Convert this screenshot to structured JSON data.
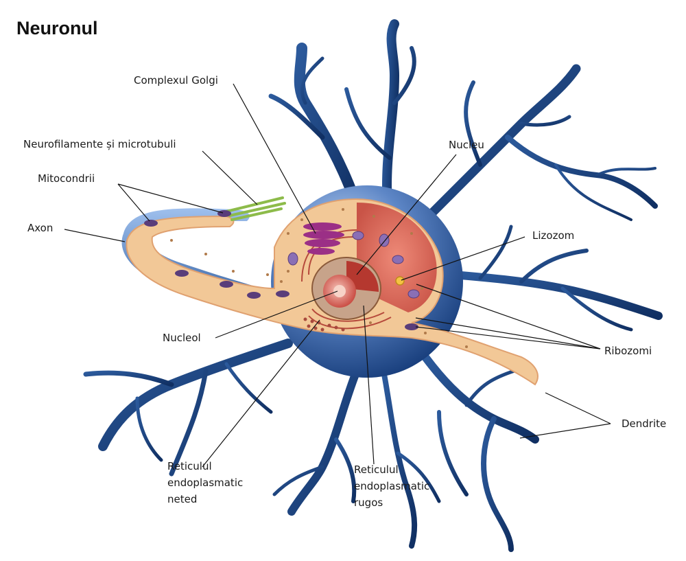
{
  "title": "Neuronul",
  "labels": {
    "golgi": "Complexul Golgi",
    "neurofilaments": "Neurofilamente și microtubuli",
    "mitochondria": "Mitocondrii",
    "axon": "Axon",
    "nucleus": "Nucleu",
    "lysosome": "Lizozom",
    "nucleolus": "Nucleol",
    "ribosomes": "Ribozomi",
    "dendrites": "Dendrite",
    "smooth_er_1": "Reticulul",
    "smooth_er_2": "endoplasmatic",
    "smooth_er_3": "neted",
    "rough_er_1": "Reticulul",
    "rough_er_2": "endoplasmatic",
    "rough_er_3": "rugos"
  },
  "colors": {
    "dendrite": "#1c3f78",
    "soma_light": "#8fb3e6",
    "soma_dark": "#163c7a",
    "cytoplasm": "#f2c897",
    "cytoplasm_dark": "#e0a170",
    "inner_red": "#d9695c",
    "golgi": "#9b2f86",
    "mitochondria": "#5a3d7a",
    "neurofilament": "#8dbb4a",
    "lysosome": "#f5c243"
  }
}
